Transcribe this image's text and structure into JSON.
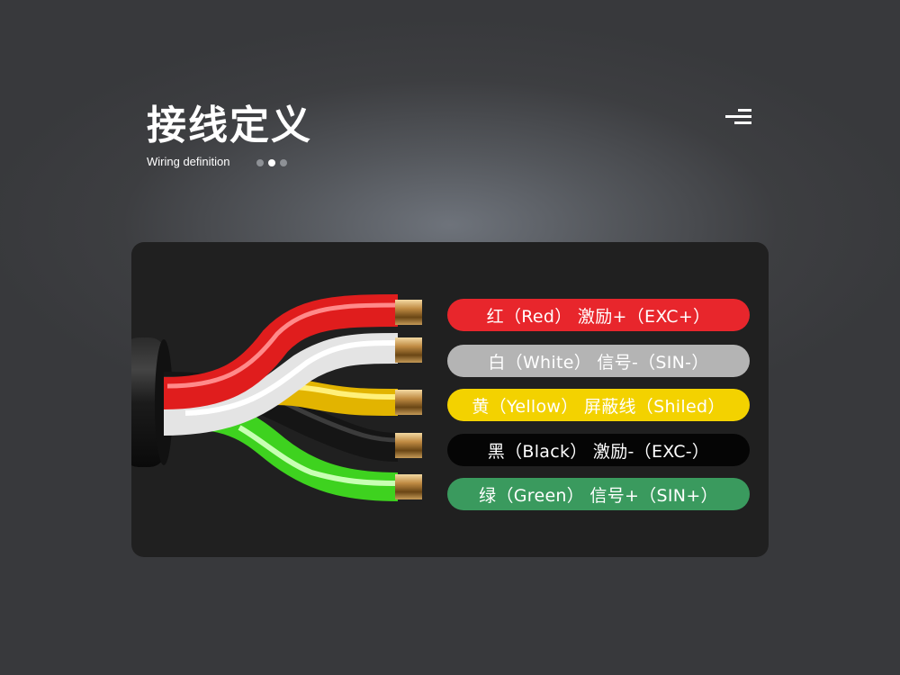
{
  "header": {
    "title": "接线定义",
    "subtitle": "Wiring definition",
    "pager": {
      "count": 3,
      "active": 1
    }
  },
  "menu": {
    "icon": "menu-lines-icon"
  },
  "wires": [
    {
      "id": "red",
      "label": "红（Red）   激励+（EXC+）",
      "bg": "#e8262c",
      "fg": "#ffffff"
    },
    {
      "id": "white",
      "label": "白（White）  信号-（SIN-）",
      "bg": "#b4b4b4",
      "fg": "#ffffff"
    },
    {
      "id": "yellow",
      "label": "黄（Yellow）  屏蔽线（Shiled）",
      "bg": "#f3d200",
      "fg": "#ffffff"
    },
    {
      "id": "black",
      "label": "黑（Black）  激励-（EXC-）",
      "bg": "#050505",
      "fg": "#ffffff"
    },
    {
      "id": "green",
      "label": "绿（Green）  信号+（SIN+）",
      "bg": "#3a9a5e",
      "fg": "#ffffff"
    }
  ],
  "colors": {
    "red": "#e8262c",
    "white": "#e6e6e6",
    "yellow": "#f0c600",
    "black": "#1a1a1a",
    "green": "#4ee82a",
    "copper": "#b8894a",
    "panel": "#202020"
  }
}
